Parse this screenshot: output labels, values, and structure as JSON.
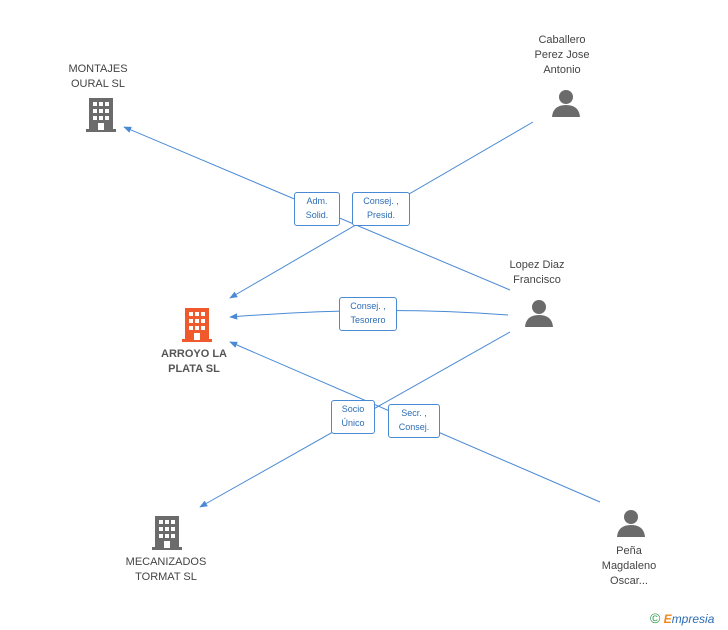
{
  "nodes": {
    "montajes": {
      "label": "MONTAJES\nOURAL SL",
      "type": "company"
    },
    "arroyo": {
      "label": "ARROYO LA\nPLATA SL",
      "type": "company-main"
    },
    "mecanizados": {
      "label": "MECANIZADOS\nTORMAT SL",
      "type": "company"
    },
    "caballero": {
      "label": "Caballero\nPerez Jose\nAntonio",
      "type": "person"
    },
    "lopez": {
      "label": "Lopez Diaz\nFrancisco",
      "type": "person"
    },
    "pena": {
      "label": "Peña\nMagdaleno\nOscar...",
      "type": "person"
    }
  },
  "edges": [
    {
      "from": "caballero",
      "to": "arroyo",
      "label": "Consej. ,\nPresid."
    },
    {
      "from": "lopez",
      "to": "montajes",
      "label": "Adm.\nSolid."
    },
    {
      "from": "lopez",
      "to": "arroyo",
      "label": "Consej. ,\nTesorero"
    },
    {
      "from": "lopez",
      "to": "mecanizados",
      "label": "Socio\nÚnico"
    },
    {
      "from": "pena",
      "to": "arroyo",
      "label": "Secr. ,\nConsej."
    }
  ],
  "colors": {
    "edge": "#4a8ad4",
    "icon": "#6b6b6b",
    "main_icon": "#f0592b"
  },
  "icons": {
    "company": "building-icon",
    "person": "person-icon"
  },
  "credit": {
    "copyright": "©",
    "brand_first": "E",
    "brand_rest": "mpresia"
  }
}
